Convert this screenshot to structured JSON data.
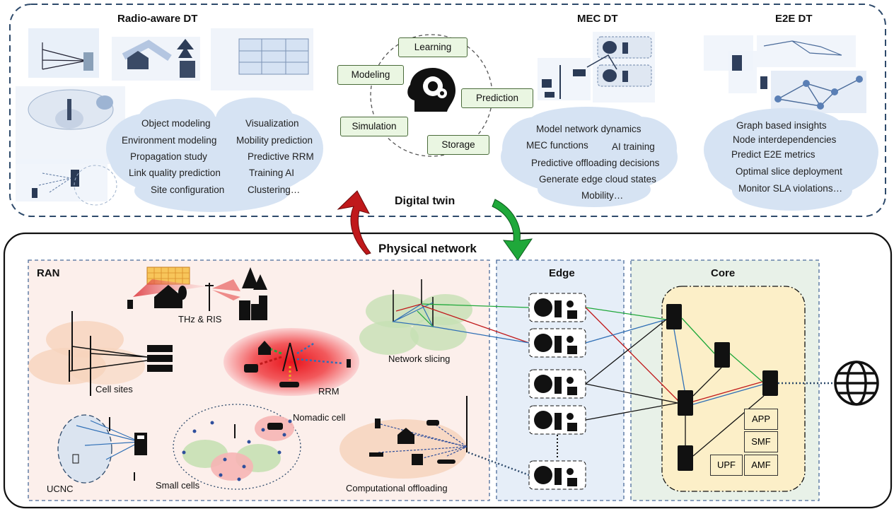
{
  "digital_twin": {
    "label": "Digital twin",
    "radio_dt": {
      "title": "Radio-aware DT",
      "items_left": [
        "Object modeling",
        "Environment modeling",
        "Propagation study",
        "Link quality prediction",
        "Site configuration"
      ],
      "items_right": [
        "Visualization",
        "Mobility prediction",
        "Predictive RRM",
        "Training AI",
        "Clustering…"
      ]
    },
    "cycle": [
      "Learning",
      "Modeling",
      "Prediction",
      "Simulation",
      "Storage"
    ],
    "mec_dt": {
      "title": "MEC DT",
      "items": [
        "Model network dynamics",
        "MEC functions",
        "AI training",
        "Predictive offloading decisions",
        "Generate edge cloud states",
        "Mobility…"
      ]
    },
    "e2e_dt": {
      "title": "E2E DT",
      "items": [
        "Graph based insights",
        "Node interdependencies",
        "Predict E2E metrics",
        "Optimal slice deployment",
        "Monitor SLA violations…"
      ]
    }
  },
  "physical": {
    "label": "Physical network",
    "ran": {
      "title": "RAN",
      "labels": [
        "THz & RIS",
        "Cell sites",
        "RRM",
        "Network slicing",
        "Nomadic cell",
        "UCNC",
        "Small cells",
        "Computational offloading"
      ]
    },
    "edge": {
      "title": "Edge"
    },
    "core": {
      "title": "Core",
      "functions": [
        "APP",
        "SMF",
        "UPF",
        "AMF"
      ]
    }
  },
  "colors": {
    "dt_border": "#2e4a6b",
    "cloud": "#d6e3f3",
    "ran_bg": "#fcefeb",
    "edge_bg": "#e6eef8",
    "core_bg": "#e8f1e8",
    "core_inner": "#fcefc8",
    "arrow_up": "#c0191b",
    "arrow_down": "#1fa83a",
    "link_green": "#1fa83a",
    "link_red": "#c0191b",
    "link_blue": "#2f6fb6"
  }
}
